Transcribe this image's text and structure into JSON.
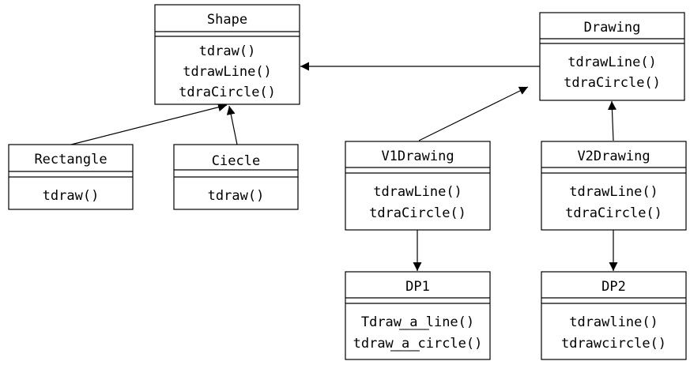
{
  "classes": {
    "shape": {
      "name": "Shape",
      "methods": [
        "tdraw()",
        "tdrawLine()",
        "tdraCircle()"
      ]
    },
    "drawing": {
      "name": "Drawing",
      "methods": [
        "tdrawLine()",
        "tdraCircle()"
      ]
    },
    "rectangle": {
      "name": "Rectangle",
      "methods": [
        "tdraw()"
      ]
    },
    "ciecle": {
      "name": "Ciecle",
      "methods": [
        "tdraw()"
      ]
    },
    "v1drawing": {
      "name": "V1Drawing",
      "methods": [
        "tdrawLine()",
        "tdraCircle()"
      ]
    },
    "v2drawing": {
      "name": "V2Drawing",
      "methods": [
        "tdrawLine()",
        "tdraCircle()"
      ]
    },
    "dp1": {
      "name": "DP1",
      "methods": [
        "Tdraw_a_line()",
        "tdraw_a_circle()"
      ]
    },
    "dp2": {
      "name": "DP2",
      "methods": [
        "tdrawline()",
        "tdrawcircle()"
      ]
    }
  },
  "relations": [
    {
      "from": "drawing",
      "to": "shape",
      "kind": "association"
    },
    {
      "from": "rectangle",
      "to": "shape",
      "kind": "inheritance"
    },
    {
      "from": "ciecle",
      "to": "shape",
      "kind": "inheritance"
    },
    {
      "from": "v1drawing",
      "to": "drawing",
      "kind": "inheritance"
    },
    {
      "from": "v2drawing",
      "to": "drawing",
      "kind": "inheritance"
    },
    {
      "from": "v1drawing",
      "to": "dp1",
      "kind": "association"
    },
    {
      "from": "v2drawing",
      "to": "dp2",
      "kind": "association"
    }
  ]
}
